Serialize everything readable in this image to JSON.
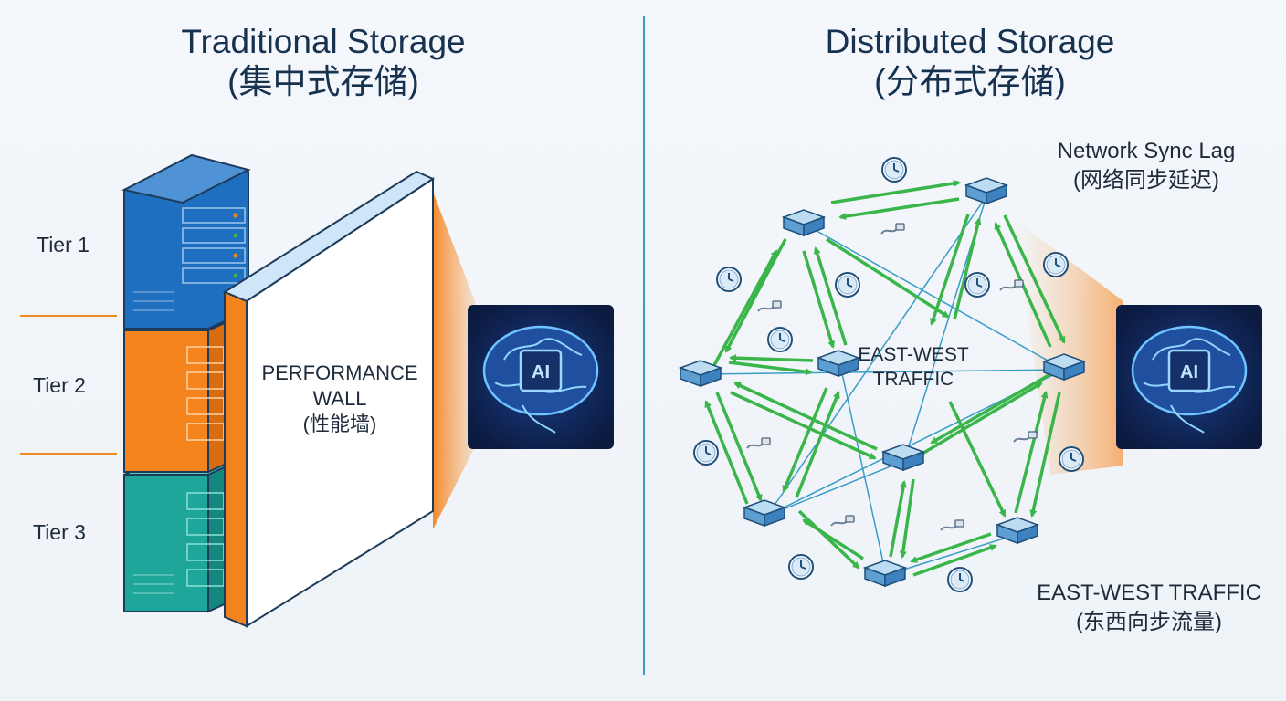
{
  "left": {
    "title": "Traditional Storage",
    "subtitle": "(集中式存储)",
    "tiers": [
      "Tier 1",
      "Tier 2",
      "Tier 3"
    ],
    "wall": [
      "PERFORMANCE",
      "WALL",
      "(性能墙)"
    ],
    "ai_label": "AI"
  },
  "right": {
    "title": "Distributed Storage",
    "subtitle": "(分布式存储)",
    "center": [
      "EAST-WEST",
      "TRAFFIC"
    ],
    "sync_lag": [
      "Network Sync Lag",
      "(网络同步延迟)"
    ],
    "east_west": [
      "EAST-WEST TRAFFIC",
      "(东西向步流量)"
    ],
    "ai_label": "AI"
  },
  "colors": {
    "tier1": "#1f6fc0",
    "tier2": "#f5841f",
    "tier3": "#1ea69a",
    "wall_side": "#f5841f",
    "arrow": "#3ab54a",
    "node": "#7fb8e0",
    "link": "#3a9cc6",
    "ai_bg": "#0d1f4d"
  },
  "icons": [
    "server-rack-icon",
    "brain-chip-icon",
    "clock-icon",
    "ethernet-cable-icon",
    "storage-node-icon"
  ]
}
